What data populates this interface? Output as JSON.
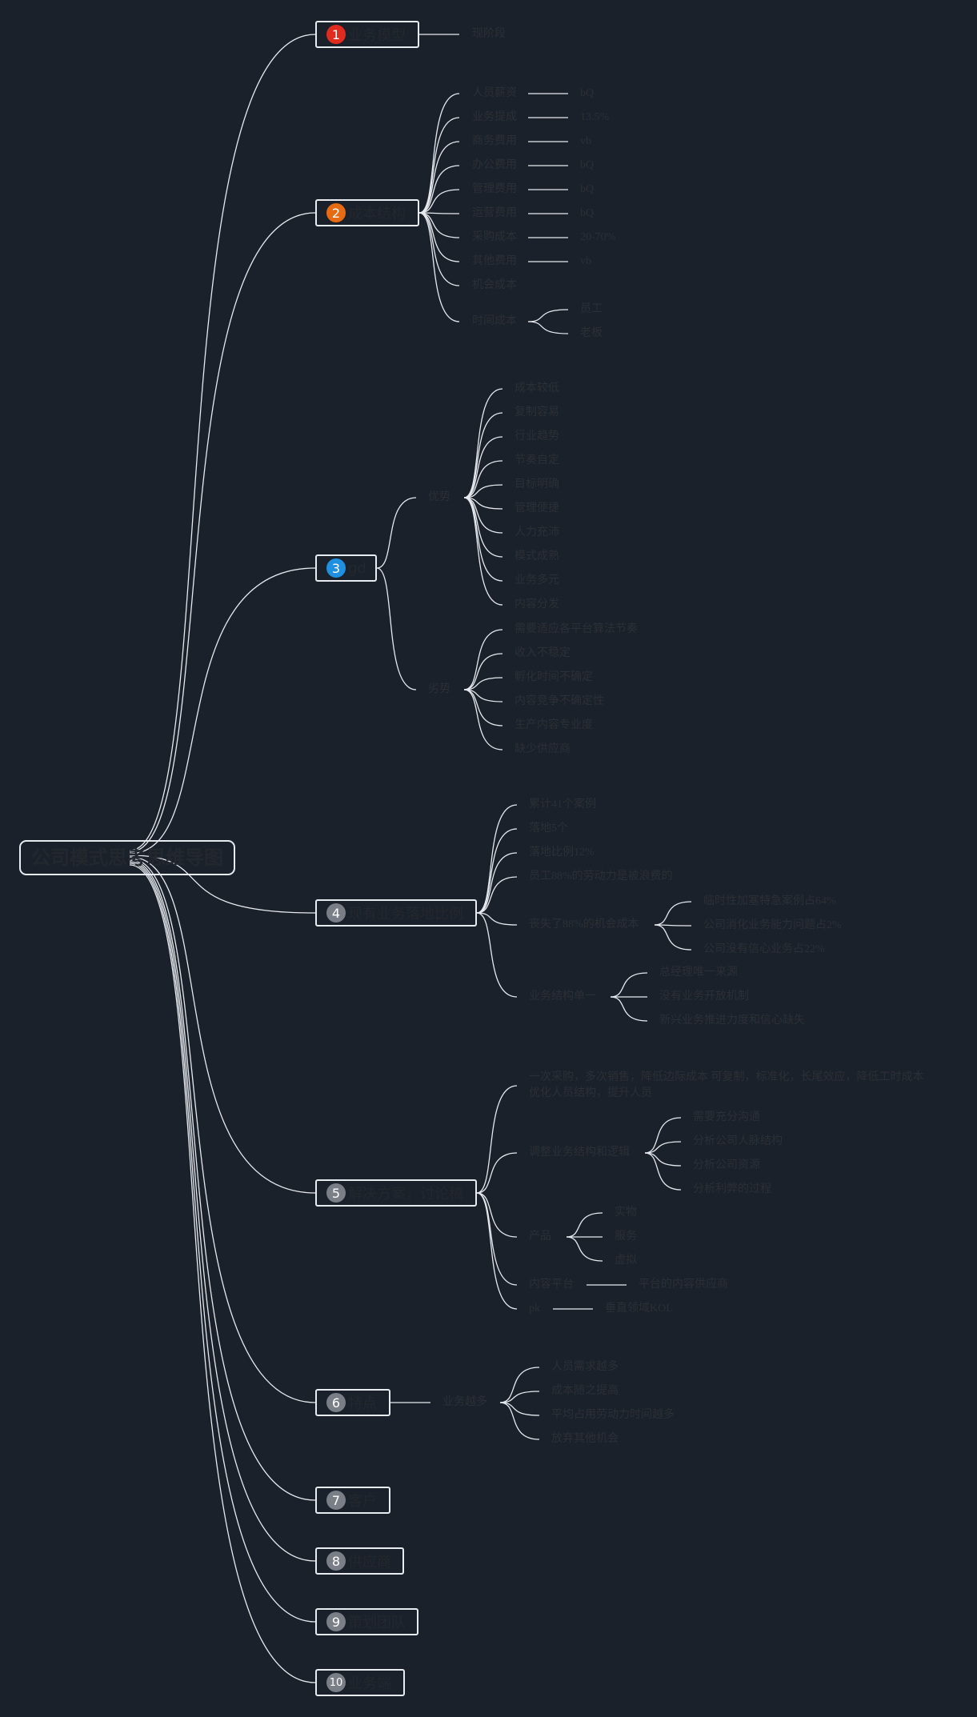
{
  "root": "公司模式思考思维导图",
  "colors": {
    "red": "#e02b1f",
    "orange": "#e66b12",
    "blue": "#1f8fe0",
    "grey": "#7a7f87"
  },
  "topics": [
    {
      "num": "1",
      "label": "业务模型",
      "color": "#e02b1f",
      "children": [
        {
          "label": "现阶段"
        }
      ]
    },
    {
      "num": "2",
      "label": "成本结构",
      "color": "#e66b12",
      "children": [
        {
          "label": "人员薪资",
          "value": "bQ"
        },
        {
          "label": "业务提成",
          "value": "13.5%"
        },
        {
          "label": "商务费用",
          "value": "vb"
        },
        {
          "label": "办公费用",
          "value": "bQ"
        },
        {
          "label": "管理费用",
          "value": "bQ"
        },
        {
          "label": "运营费用",
          "value": "bQ"
        },
        {
          "label": "采购成本",
          "value": "20-70%"
        },
        {
          "label": "其他费用",
          "value": "vb"
        },
        {
          "label": "机会成本"
        },
        {
          "label": "时间成本",
          "children": [
            "员工",
            "老板"
          ]
        }
      ]
    },
    {
      "num": "3",
      "label": "gd",
      "color": "#1f8fe0",
      "children": [
        {
          "label": "优势",
          "children": [
            "成本较低",
            "复制容易",
            "行业趋势",
            "节奏自定",
            "目标明确",
            "管理便捷",
            "人力充沛",
            "模式成熟",
            "业务多元",
            "内容分发"
          ]
        },
        {
          "label": "劣势",
          "children": [
            "需要适应各平台算法节奏",
            "收入不稳定",
            "孵化时间不确定",
            "内容竞争不确定性",
            "生产内容专业度",
            "缺少供应商"
          ]
        }
      ]
    },
    {
      "num": "4",
      "label": "现有业务落地比例",
      "color": "#7a7f87",
      "children": [
        {
          "label": "累计41个案例"
        },
        {
          "label": "落地5个"
        },
        {
          "label": "落地比例12%"
        },
        {
          "label": "员工88%的劳动力是被浪费的"
        },
        {
          "label": "丧失了88%的机会成本",
          "children": [
            "临时性加塞特急案例占64%",
            "公司消化业务能力问题占2%",
            "公司没有信心业务占22%"
          ]
        },
        {
          "label": "业务结构单一",
          "children": [
            "总经理唯一来源",
            "没有业务开放机制",
            "新兴业务推进力度和信心缺失"
          ]
        }
      ]
    },
    {
      "num": "5",
      "label": "解决方案，讨论稿",
      "color": "#7a7f87",
      "children": [
        {
          "label": "一次采购，多次销售，降低边际成本 可复制，标准化，长尾效应，降低工时成本",
          "label2": "优化人员结构，提升人员"
        },
        {
          "label": "调整业务结构和逻辑",
          "children": [
            "需要充分沟通",
            "分析公司人脉结构",
            "分析公司资源",
            "分析利弊的过程"
          ]
        },
        {
          "label": "产品",
          "children": [
            "实物",
            "服务",
            "虚拟"
          ]
        },
        {
          "label": "内容平台",
          "value": "平台的内容供应商"
        },
        {
          "label": "pk",
          "value": "垂直领域KOL"
        }
      ]
    },
    {
      "num": "6",
      "label": "特点",
      "color": "#7a7f87",
      "children": [
        {
          "label": "业务越多",
          "children": [
            "人员需求越多",
            "成本随之提高",
            "平均占用劳动力时间越多",
            "放弃其他机会"
          ]
        }
      ]
    },
    {
      "num": "7",
      "label": "客户",
      "color": "#7a7f87"
    },
    {
      "num": "8",
      "label": "供应商",
      "color": "#7a7f87"
    },
    {
      "num": "9",
      "label": "策划团队",
      "color": "#7a7f87"
    },
    {
      "num": "10",
      "label": "业务端",
      "color": "#7a7f87"
    }
  ]
}
